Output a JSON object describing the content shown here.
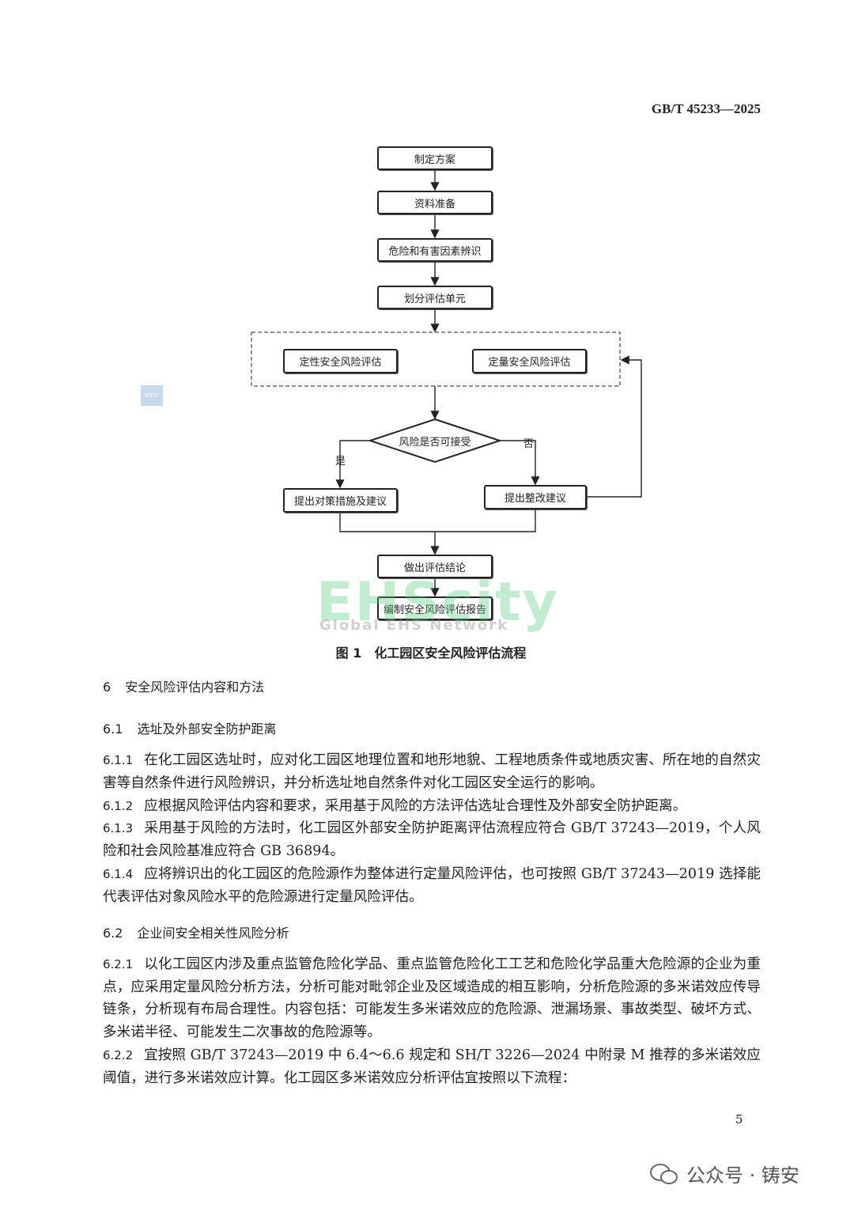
{
  "header": {
    "standard_no": "GB/T 45233—2025"
  },
  "flowchart": {
    "steps": [
      "制定方案",
      "资料准备",
      "危险和有害因素辨识",
      "划分评估单元"
    ],
    "qualitative": "定性安全风险评估",
    "quantitative": "定量安全风险评估",
    "decision": "风险是否可接受",
    "yes_label": "是",
    "no_label": "否",
    "yes_action": "提出对策措施及建议",
    "no_action": "提出整改建议",
    "conclusion": "做出评估结论",
    "report": "编制安全风险评估报告"
  },
  "caption": "图 1　化工园区安全风险评估流程",
  "sections": {
    "s6": {
      "num": "6",
      "title": "安全风险评估内容和方法"
    },
    "s61": {
      "num": "6.1",
      "title": "选址及外部安全防护距离"
    },
    "s62": {
      "num": "6.2",
      "title": "企业间安全相关性风险分析"
    }
  },
  "paragraphs": {
    "p611": {
      "num": "6.1.1",
      "text": "在化工园区选址时，应对化工园区地理位置和地形地貌、工程地质条件或地质灾害、所在地的自然灾害等自然条件进行风险辨识，并分析选址地自然条件对化工园区安全运行的影响。"
    },
    "p612": {
      "num": "6.1.2",
      "text": "应根据风险评估内容和要求，采用基于风险的方法评估选址合理性及外部安全防护距离。"
    },
    "p613": {
      "num": "6.1.3",
      "text": "采用基于风险的方法时，化工园区外部安全防护距离评估流程应符合 GB/T 37243—2019，个人风险和社会风险基准应符合 GB 36894。"
    },
    "p614": {
      "num": "6.1.4",
      "text": "应将辨识出的化工园区的危险源作为整体进行定量风险评估，也可按照 GB/T 37243—2019 选择能代表评估对象风险水平的危险源进行定量风险评估。"
    },
    "p621": {
      "num": "6.2.1",
      "text": "以化工园区内涉及重点监管危险化学品、重点监管危险化工工艺和危险化学品重大危险源的企业为重点，应采用定量风险分析方法，分析可能对毗邻企业及区域造成的相互影响，分析危险源的多米诺效应传导链条，分析现有布局合理性。内容包括：可能发生多米诺效应的危险源、泄漏场景、事故类型、破坏方式、多米诺半径、可能发生二次事故的危险源等。"
    },
    "p622": {
      "num": "6.2.2",
      "text": "宜按照 GB/T 37243—2019 中 6.4～6.6 规定和 SH/T 3226—2024 中附录 M 推荐的多米诺效应阈值，进行多米诺效应计算。化工园区多米诺效应分析评估宜按照以下流程："
    }
  },
  "page_number": "5",
  "footer": {
    "label": "公众号 · 铸安"
  },
  "watermark": {
    "logo": "EHScity",
    "tagline": "Global EHS Network",
    "small_logo": "SMC"
  }
}
